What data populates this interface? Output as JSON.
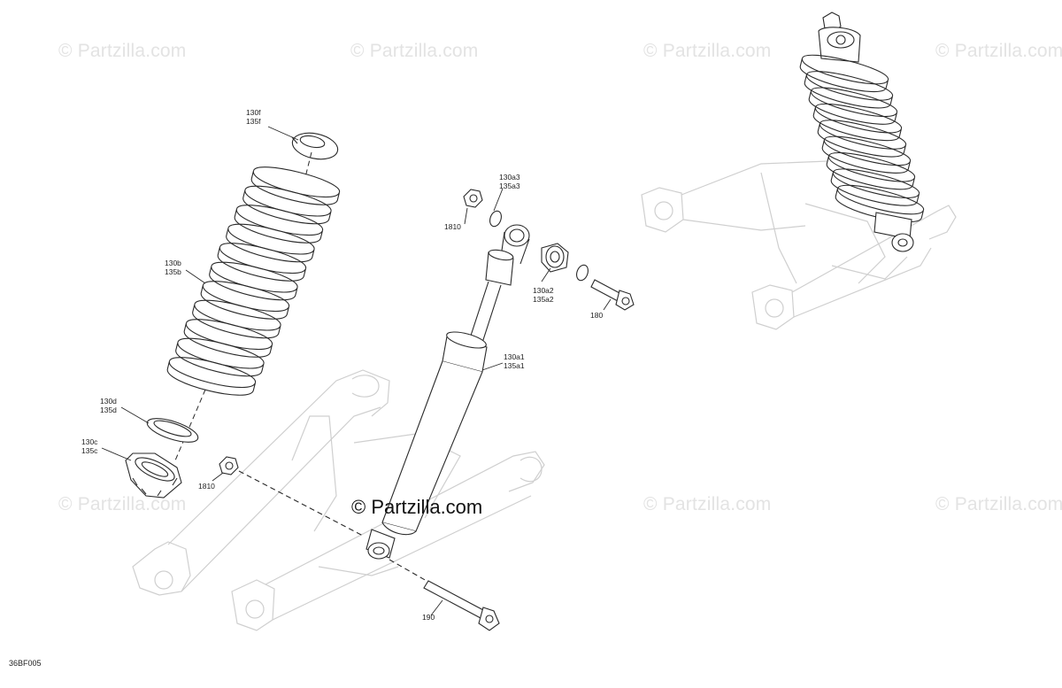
{
  "watermarks": {
    "text": "© Partzilla.com",
    "main_text": "© Partzilla.com"
  },
  "callouts": {
    "spring_seat_top": [
      "130f",
      "135f"
    ],
    "spring": [
      "130b",
      "135b"
    ],
    "spring_seat_lower": [
      "130d",
      "135d"
    ],
    "adjuster_ring": [
      "130c",
      "135c"
    ],
    "nut_lower": [
      "1810"
    ],
    "nut_upper": [
      "1810"
    ],
    "circlip_upper": [
      "130a3",
      "135a3"
    ],
    "bushing": [
      "130a2",
      "135a2"
    ],
    "bolt_upper": [
      "180"
    ],
    "shock_body": [
      "130a1",
      "135a1"
    ],
    "bolt_lower": [
      "190"
    ]
  },
  "diagram_ref": "36BF005",
  "colors": {
    "line": "#2a2a2a",
    "ghost_line": "#c8c8c8",
    "watermark": "#e3e3e3"
  }
}
